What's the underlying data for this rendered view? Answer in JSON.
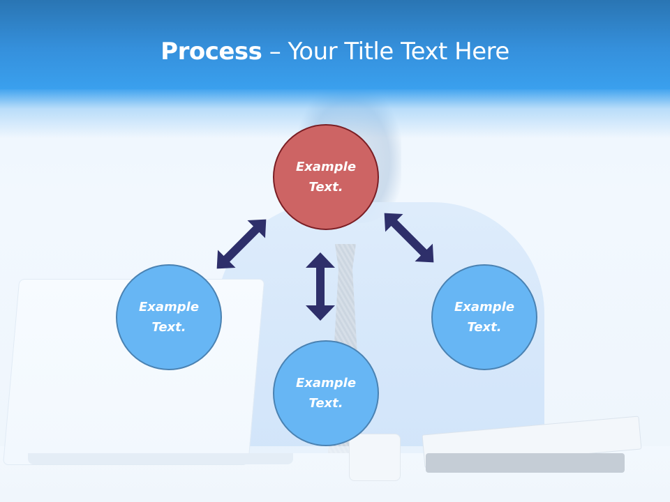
{
  "slide": {
    "title": {
      "bold": "Process",
      "separator": " – ",
      "rest": "Your Title Text Here"
    },
    "colors": {
      "header_top": "#2a75b3",
      "header_bottom": "#3aa0ee",
      "node_blue": "#67b6f4",
      "node_blue_border": "#4a82b2",
      "node_red": "#cd6464",
      "node_red_border": "#7a1e24",
      "arrow": "#2e2f6a"
    },
    "nodes": [
      {
        "id": "top",
        "label_line1": "Example",
        "label_line2": "Text.",
        "color": "red"
      },
      {
        "id": "left",
        "label_line1": "Example",
        "label_line2": "Text.",
        "color": "blue"
      },
      {
        "id": "right",
        "label_line1": "Example",
        "label_line2": "Text.",
        "color": "blue"
      },
      {
        "id": "bottom",
        "label_line1": "Example",
        "label_line2": "Text.",
        "color": "blue"
      }
    ],
    "arrows": [
      {
        "id": "top-left",
        "type": "double-headed",
        "connects": [
          "top",
          "left"
        ]
      },
      {
        "id": "top-right",
        "type": "double-headed",
        "connects": [
          "top",
          "right"
        ]
      },
      {
        "id": "top-bottom",
        "type": "double-headed",
        "connects": [
          "top",
          "bottom"
        ]
      }
    ]
  }
}
